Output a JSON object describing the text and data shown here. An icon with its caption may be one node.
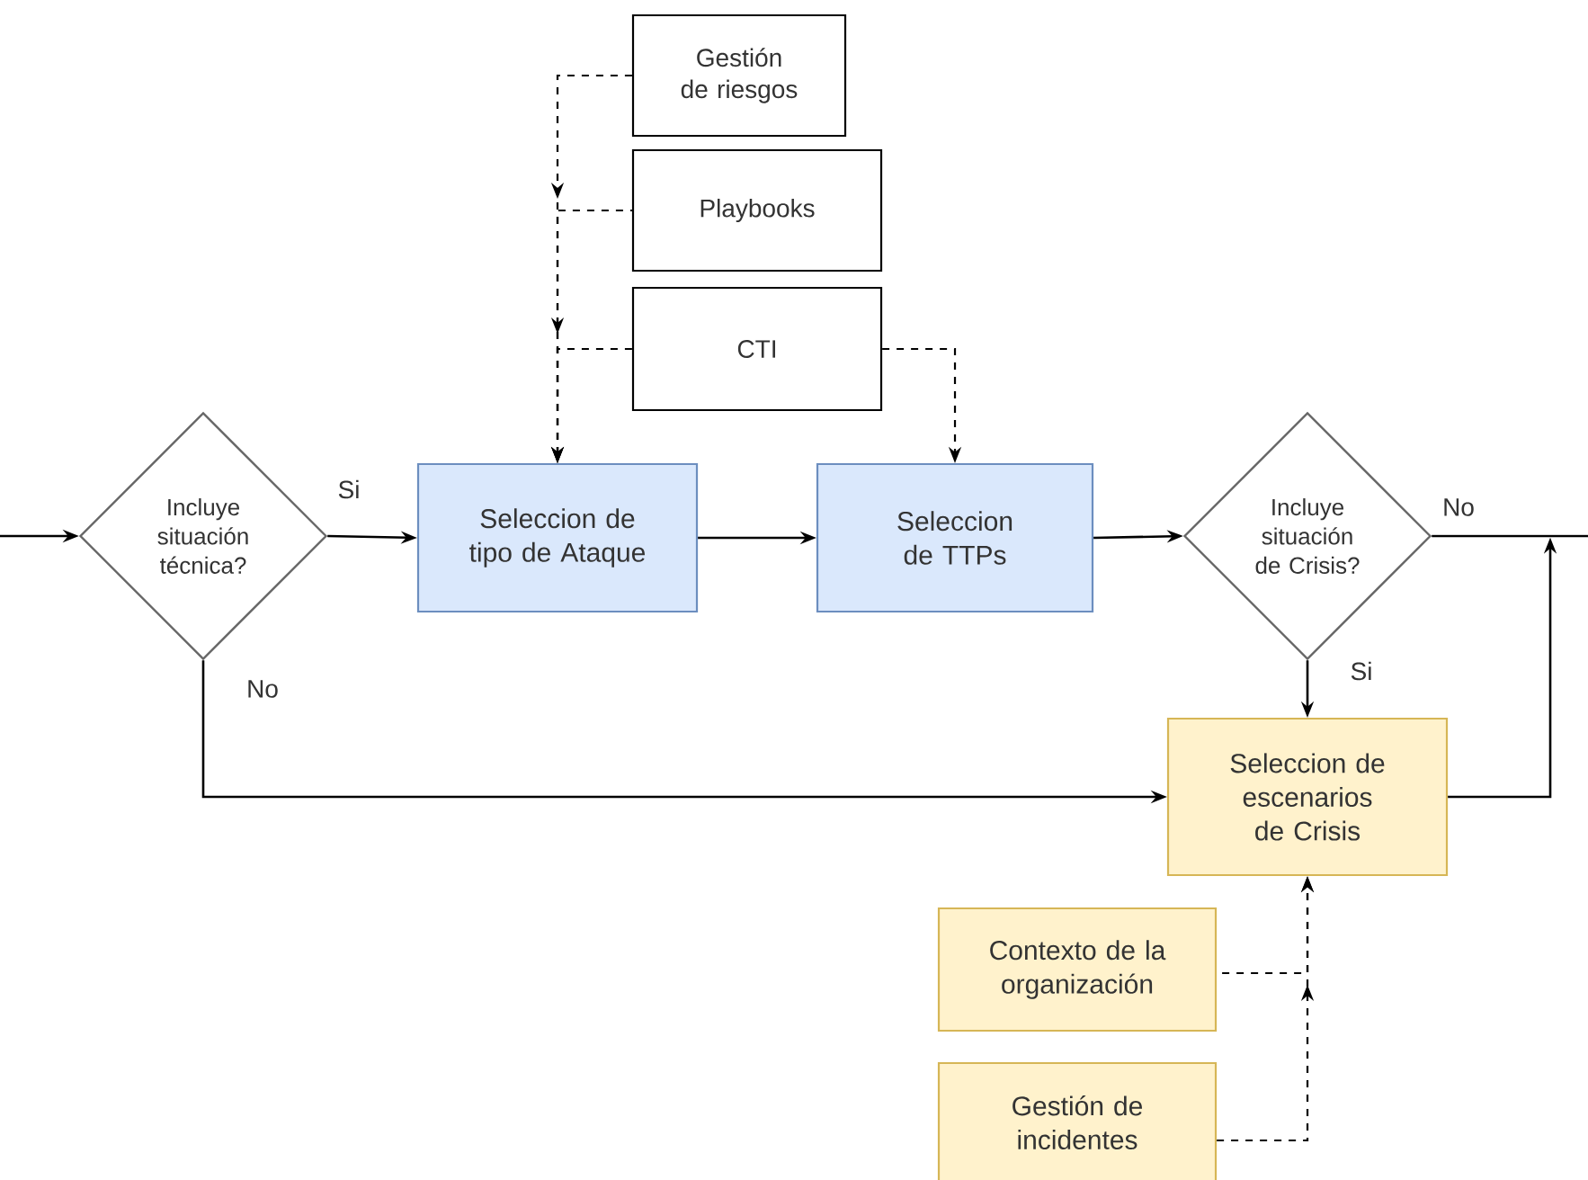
{
  "diagram": {
    "nodes": [
      {
        "text": [
          "Gestión de riesgos"
        ]
      },
      {
        "text": [
          "Playbooks"
        ]
      },
      {
        "text": [
          "CTI"
        ]
      },
      {
        "text": [
          "Incluye situación técnica?"
        ]
      },
      {
        "text": [
          "Seleccion de tipo de Ataque"
        ]
      },
      {
        "text": [
          "Seleccion de TTPs"
        ]
      },
      {
        "text": [
          "Incluye situación de Crisis?"
        ]
      },
      {
        "text": [
          "Seleccion de escenarios de Crisis"
        ]
      },
      {
        "text": [
          "Contexto de la organización"
        ]
      },
      {
        "text": [
          "Gestión de incidentes"
        ]
      }
    ],
    "edges": [
      {
        "from": null,
        "to": 3,
        "arrow": "to"
      },
      {
        "from": 3,
        "to": 4,
        "arrow": "to",
        "label": "Si"
      },
      {
        "from": 3,
        "to": 7,
        "arrow": "to",
        "label": "No"
      },
      {
        "from": 4,
        "to": 5,
        "arrow": "to"
      },
      {
        "from": 5,
        "to": 6,
        "arrow": "to"
      },
      {
        "from": 6,
        "to": 7,
        "arrow": "to",
        "label": "Si"
      },
      {
        "from": 6,
        "to": null,
        "arrow": "none",
        "label": "No"
      },
      {
        "from": 7,
        "to": null,
        "arrow": "to"
      },
      {
        "from": 0,
        "to": 4,
        "arrow": "to",
        "style": "dashed"
      },
      {
        "from": 1,
        "to": 4,
        "arrow": "to",
        "style": "dashed"
      },
      {
        "from": 2,
        "to": 4,
        "arrow": "to",
        "style": "dashed"
      },
      {
        "from": 2,
        "to": 5,
        "arrow": "to",
        "style": "dashed"
      },
      {
        "from": 8,
        "to": 7,
        "arrow": "to",
        "style": "dashed"
      },
      {
        "from": 9,
        "to": 7,
        "arrow": "to",
        "style": "dashed"
      }
    ]
  }
}
